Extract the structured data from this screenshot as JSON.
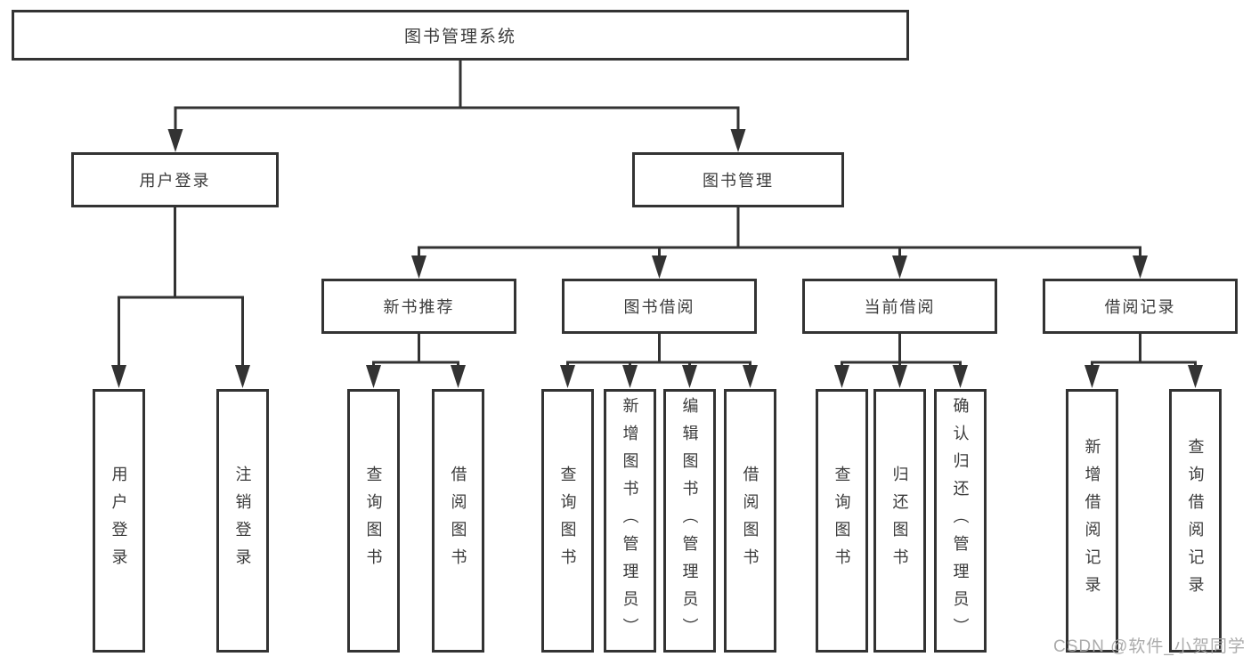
{
  "diagram": {
    "colors": {
      "line": "#333333",
      "box_border": "#333333",
      "text": "#3b3b3b",
      "background": "#ffffff",
      "watermark": "#a5a5a5"
    },
    "watermark": "CSDN @软件_小贺同学",
    "tree": {
      "label": "图书管理系统",
      "children": [
        {
          "label": "用户登录",
          "children": [
            {
              "label": "用户登录"
            },
            {
              "label": "注销登录"
            }
          ]
        },
        {
          "label": "图书管理",
          "children": [
            {
              "label": "新书推荐",
              "children": [
                {
                  "label": "查询图书"
                },
                {
                  "label": "借阅图书"
                }
              ]
            },
            {
              "label": "图书借阅",
              "children": [
                {
                  "label": "查询图书"
                },
                {
                  "label": "新增图书（管理员）"
                },
                {
                  "label": "编辑图书（管理员）"
                },
                {
                  "label": "借阅图书"
                }
              ]
            },
            {
              "label": "当前借阅",
              "children": [
                {
                  "label": "查询图书"
                },
                {
                  "label": "归还图书"
                },
                {
                  "label": "确认归还（管理员）"
                }
              ]
            },
            {
              "label": "借阅记录",
              "children": [
                {
                  "label": "新增借阅记录"
                },
                {
                  "label": "查询借阅记录"
                }
              ]
            }
          ]
        }
      ]
    }
  }
}
